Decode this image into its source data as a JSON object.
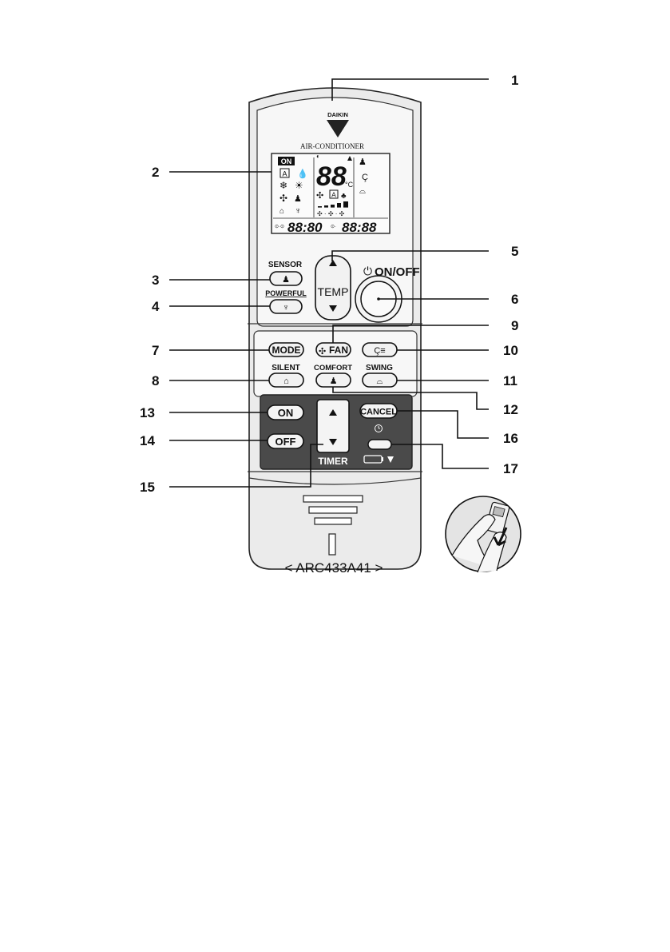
{
  "brand": "DAIKIN",
  "product_label": "AIR-CONDITIONER",
  "model_caption": "< ARC433A41 >",
  "lcd": {
    "on_label": "ON",
    "temp_digits": "88",
    "temp_unit": "°C",
    "timer_on_digits": "88:80",
    "timer_off_digits": "88:88",
    "auto_label": "A"
  },
  "buttons": {
    "sensor": "SENSOR",
    "powerful": "POWERFUL",
    "temp": "TEMP",
    "on_off": "ON/OFF",
    "mode": "MODE",
    "fan": "FAN",
    "silent": "SILENT",
    "comfort": "COMFORT",
    "swing": "SWING",
    "timer_on": "ON",
    "timer_off": "OFF",
    "cancel": "CANCEL",
    "timer": "TIMER"
  },
  "callouts": [
    "1",
    "2",
    "3",
    "4",
    "5",
    "6",
    "7",
    "8",
    "9",
    "10",
    "11",
    "12",
    "13",
    "14",
    "15",
    "16",
    "17"
  ]
}
